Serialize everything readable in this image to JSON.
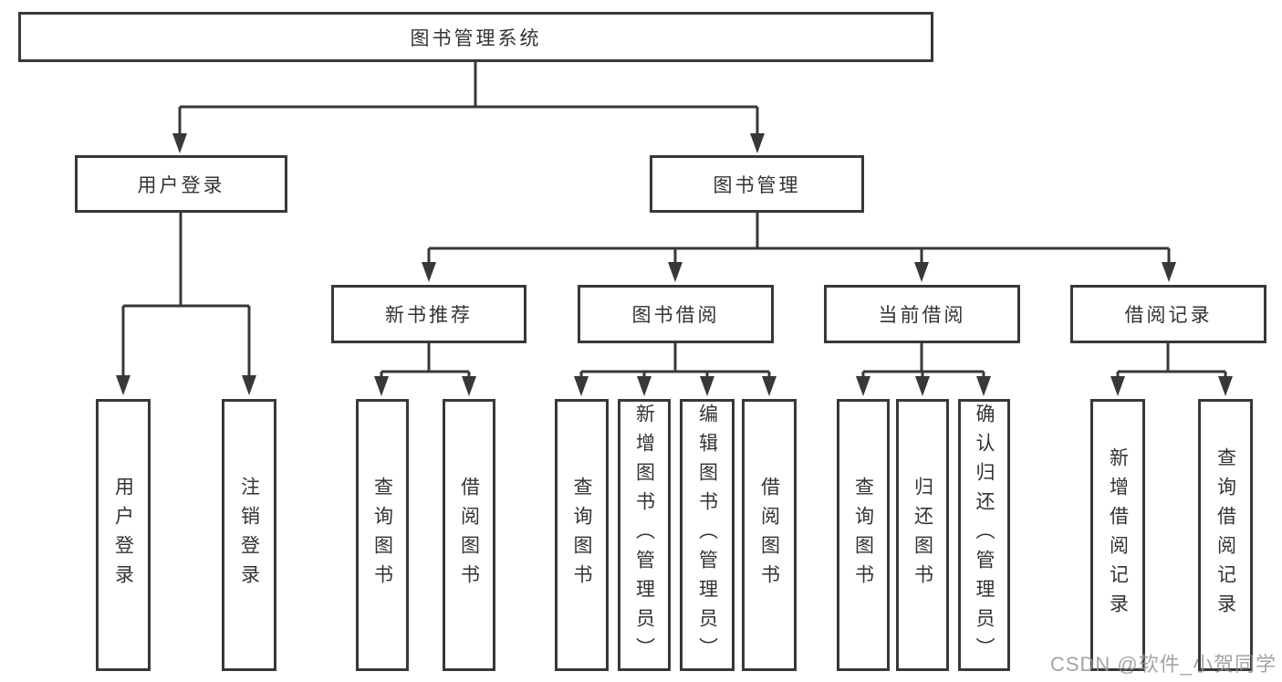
{
  "diagram": {
    "tree": {
      "label": "图书管理系统",
      "children": [
        {
          "label": "用户登录",
          "children": [
            {
              "label": "用户登录"
            },
            {
              "label": "注销登录"
            }
          ]
        },
        {
          "label": "图书管理",
          "children": [
            {
              "label": "新书推荐",
              "children": [
                {
                  "label": "查询图书"
                },
                {
                  "label": "借阅图书"
                }
              ]
            },
            {
              "label": "图书借阅",
              "children": [
                {
                  "label": "查询图书"
                },
                {
                  "label": "新增图书（管理员）"
                },
                {
                  "label": "编辑图书（管理员）"
                },
                {
                  "label": "借阅图书"
                }
              ]
            },
            {
              "label": "当前借阅",
              "children": [
                {
                  "label": "查询图书"
                },
                {
                  "label": "归还图书"
                },
                {
                  "label": "确认归还（管理员）"
                }
              ]
            },
            {
              "label": "借阅记录",
              "children": [
                {
                  "label": "新增借阅记录"
                },
                {
                  "label": "查询借阅记录"
                }
              ]
            }
          ]
        }
      ]
    },
    "colors": {
      "line": "#383838",
      "text": "#333333",
      "background": "#ffffff"
    }
  },
  "watermark": {
    "text": "CSDN @软件_小贺同学"
  }
}
